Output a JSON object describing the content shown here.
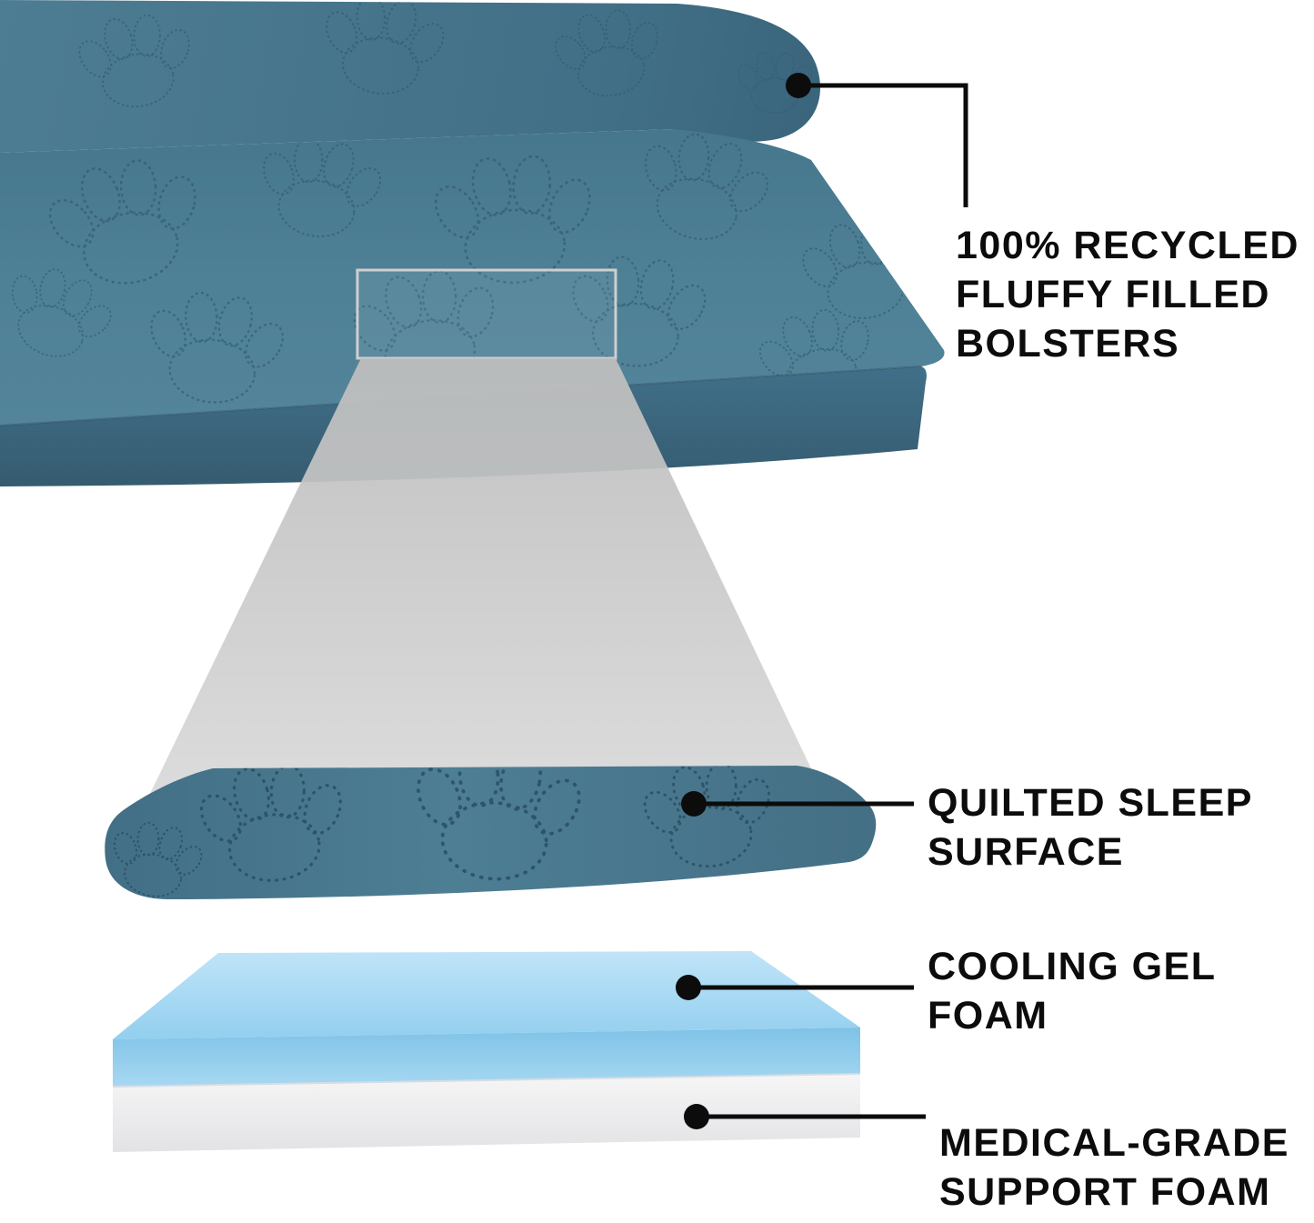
{
  "figure": {
    "kind": "product-feature-infographic",
    "subject": "quilted bolster pet bed cutaway"
  },
  "callouts": {
    "bolsters": {
      "lines": [
        "100% RECYCLED",
        "FLUFFY FILLED",
        "BOLSTERS"
      ]
    },
    "sleep_surface": {
      "lines": [
        "QUILTED SLEEP",
        "SURFACE"
      ]
    },
    "cooling_gel": {
      "lines": [
        "COOLING GEL",
        "FOAM"
      ]
    },
    "support_foam": {
      "lines": [
        "MEDICAL-GRADE",
        "SUPPORT FOAM"
      ]
    }
  },
  "colors": {
    "bed_fabric": "#4b7b91",
    "bed_fabric_dark": "#3a657c",
    "bed_front_face": "#3e6a80",
    "zoom_beam_gray": "#c9c9c9",
    "cooling_gel_blue": "#9fd4f0",
    "support_foam_white": "#f3f3f4",
    "callout_black": "#0c0c0c",
    "background": "#ffffff"
  }
}
